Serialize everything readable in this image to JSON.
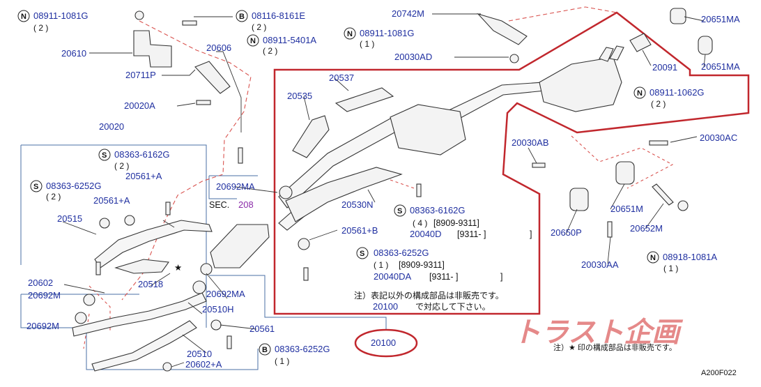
{
  "diagram": {
    "labels": {
      "p20610": "20610",
      "p20711P": "20711P",
      "p20020A": "20020A",
      "p20606": "20606",
      "p20020": "20020",
      "p20561A_1": "20561+A",
      "p20561A_2": "20561+A",
      "p20515": "20515",
      "p20518": "20518",
      "p20602": "20602",
      "p20692M_1": "20692M",
      "p20692M_2": "20692M",
      "p20692MA_1": "20692MA",
      "p20692MA_2": "20692MA",
      "p20510H": "20510H",
      "p20561": "20561",
      "p20510": "20510",
      "p20602A": "20602+A",
      "p20742M": "20742M",
      "p20030AD": "20030AD",
      "p20651MA_1": "20651MA",
      "p20651MA_2": "20651MA",
      "p20091": "20091",
      "p20537": "20537",
      "p20535": "20535",
      "p20530N": "20530N",
      "p20561B": "20561+B",
      "p20030AB": "20030AB",
      "p20030AC": "20030AC",
      "p20651M": "20651M",
      "p20650P": "20650P",
      "p20652M": "20652M",
      "p20030AA": "20030AA",
      "p20100_1": "20100",
      "p20100_2": "20100",
      "sec": "SEC.",
      "sec_num": "208"
    },
    "refs": {
      "n1_letter": "N",
      "n1_code": "08911-1081G",
      "n1_qty": "( 2 )",
      "b1_letter": "B",
      "b1_code": "08116-8161E",
      "b1_qty": "( 2 )",
      "n2_letter": "N",
      "n2_code": "08911-5401A",
      "n2_qty": "( 2 )",
      "n3_letter": "N",
      "n3_code": "08911-1081G",
      "n3_qty": "( 1 )",
      "s1_letter": "S",
      "s1_code": "08363-6162G",
      "s1_qty": "( 2 )",
      "s2_letter": "S",
      "s2_code": "08363-6252G",
      "s2_qty": "( 2 )",
      "n4_letter": "N",
      "n4_code": "08911-1062G",
      "n4_qty": "( 2 )",
      "s3_letter": "S",
      "s3_code": "08363-6162G",
      "s3_qty_a": "( 4 )",
      "s3_range_a": "[8909-9311]",
      "s3_part": "20040D",
      "s3_range_b": "[9311-          ]",
      "s4_letter": "S",
      "s4_code": "08363-6252G",
      "s4_qty_a": "( 1 )",
      "s4_range_a": "[8909-9311]",
      "s4_part": "20040DA",
      "s4_range_b": "[9311-          ]",
      "b2_letter": "B",
      "b2_code": "08363-6252G",
      "b2_qty": "( 1 )",
      "n5_letter": "N",
      "n5_code": "08918-1081A",
      "n5_qty": "( 1 )"
    },
    "notes": {
      "note1_line1": "注）表記以外の構成部品は非販売です。",
      "note1_line2": "で対応して下さい。",
      "note2": "注）★ 印の構成部品は非販売です。",
      "star": "★",
      "code": "A200F022",
      "watermark": "トラスト企画"
    },
    "colors": {
      "label_blue": "#1f2fa0",
      "highlight_red": "#c1272d",
      "dash_red": "#d9534f",
      "box_blue": "#4a6fa5"
    }
  }
}
